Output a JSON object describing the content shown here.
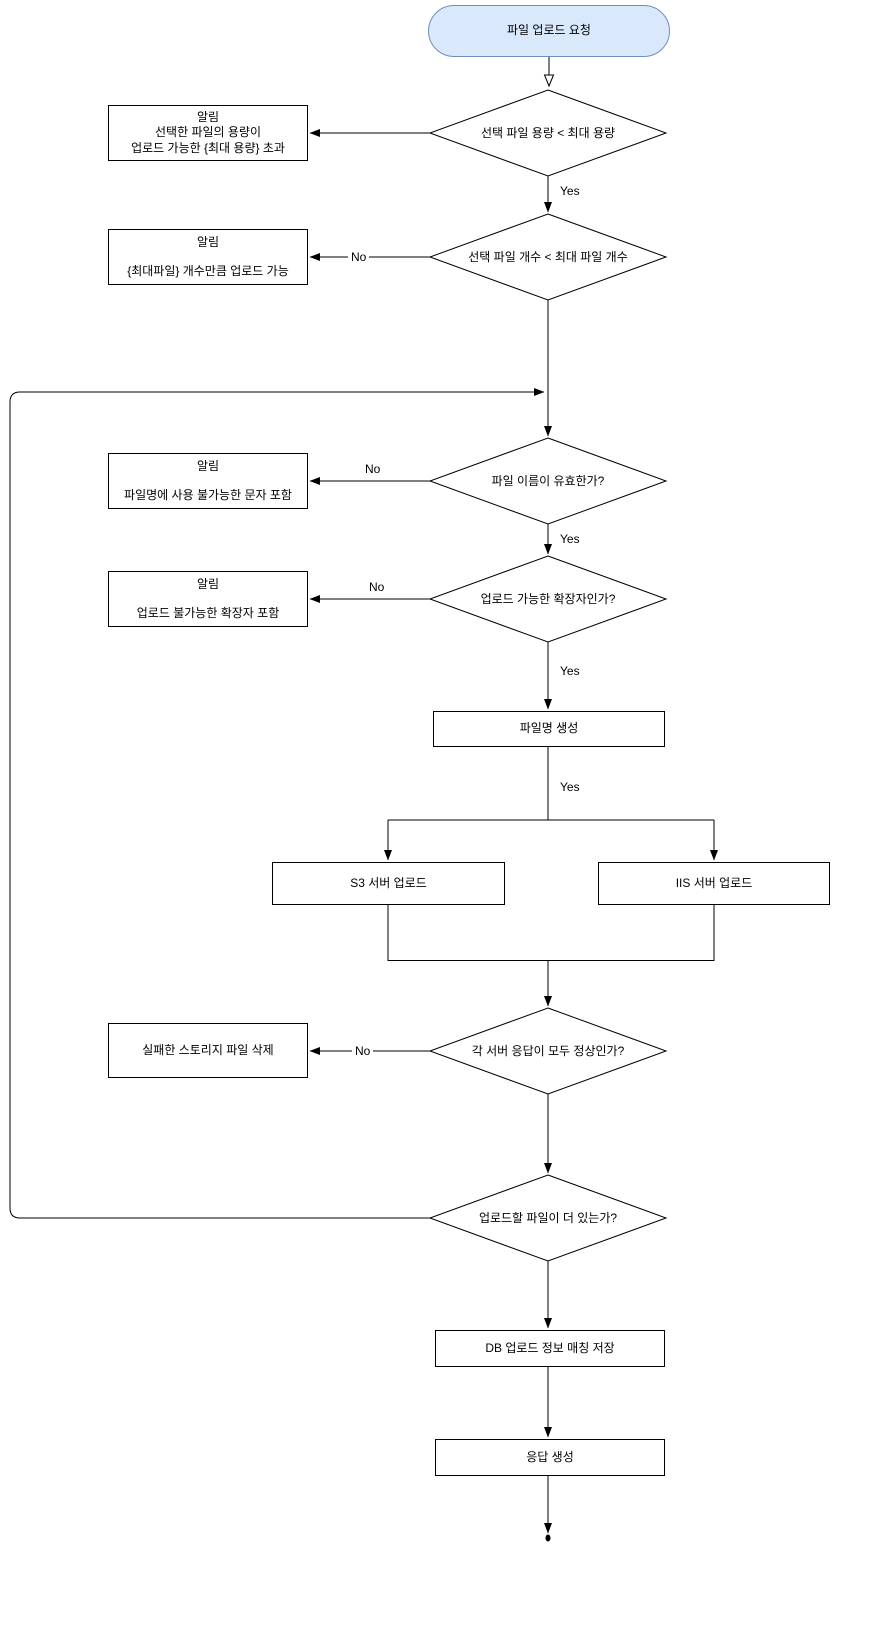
{
  "nodes": {
    "start": {
      "label": "파일 업로드 요청"
    },
    "decision_size": {
      "label": "선택 파일 용량 < 최대 용량"
    },
    "alert_size": {
      "title": "알림",
      "body": "선택한 파일의 용량이\n업로드 가능한 {최대 용량} 초과"
    },
    "decision_count": {
      "label": "선택 파일 개수 < 최대 파일 개수"
    },
    "alert_count": {
      "title": "알림",
      "body": "{최대파일} 개수만큼 업로드 가능"
    },
    "decision_filename_valid": {
      "label": "파일 이름이 유효한가?"
    },
    "alert_filename": {
      "title": "알림",
      "body": "파일명에 사용 불가능한 문자 포함"
    },
    "decision_extension": {
      "label": "업로드 가능한 확장자인가?"
    },
    "alert_extension": {
      "title": "알림",
      "body": "업로드 불가능한 확장자 포함"
    },
    "create_filename": {
      "label": "파일명 생성"
    },
    "s3_upload": {
      "label": "S3 서버 업로드"
    },
    "iis_upload": {
      "label": "IIS 서버 업로드"
    },
    "decision_server_response": {
      "label": "각 서버 응답이 모두 정상인가?"
    },
    "delete_failed_files": {
      "label": "실패한 스토리지 파일 삭제"
    },
    "decision_more_files": {
      "label": "업로드할 파일이 더 있는가?"
    },
    "save_db": {
      "label": "DB 업로드 정보 매칭 저장"
    },
    "create_response": {
      "label": "응답 생성"
    }
  },
  "edge_labels": {
    "size_yes": "Yes",
    "count_no": "No",
    "filename_no": "No",
    "filename_yes": "Yes",
    "extension_no": "No",
    "extension_yes": "Yes",
    "create_filename_yes": "Yes",
    "response_no": "No"
  },
  "colors": {
    "start_fill": "#dae8fc",
    "start_stroke": "#6c8ebf",
    "node_stroke": "#000000",
    "line": "#000000"
  }
}
